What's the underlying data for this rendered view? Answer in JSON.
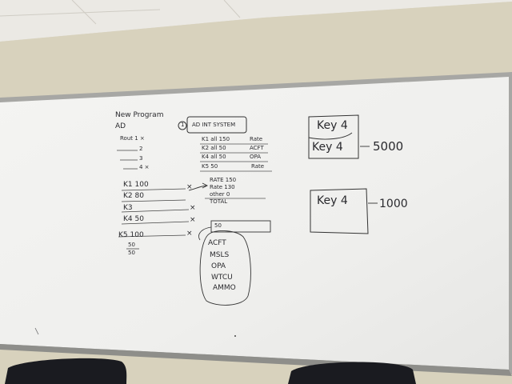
{
  "whiteboard": {
    "col1": {
      "heading": "New Program",
      "sub": "AD",
      "route_lines": [
        "Rout 1 ×",
        "2",
        "3",
        "4 ×"
      ],
      "key_lines": [
        "K1 100",
        "K2 80",
        "K3",
        "K4 50",
        "K5 100"
      ],
      "marks": [
        "×",
        "×",
        "×",
        "×"
      ],
      "fraction": [
        "50",
        "50"
      ]
    },
    "col2": {
      "box_label": "AD INT SYSTEM",
      "circle_mark": "1",
      "rows": [
        [
          "K1 all 150",
          "Rate"
        ],
        [
          "K2 all 50",
          "ACFT"
        ],
        [
          "K4 all 50",
          "OPA"
        ],
        [
          "K5 50",
          "Rate"
        ]
      ],
      "rate_lines": [
        "RATE 150",
        "Rate 130",
        "other 0",
        "TOTAL"
      ],
      "small_box_value": "50",
      "list": [
        "ACFT",
        "MSLS",
        "OPA",
        "WTCU",
        "AMMO"
      ]
    },
    "col3": {
      "box1_lines": [
        "Key 4",
        "Key 4"
      ],
      "box1_value": "5000",
      "box2_line": "Key 4",
      "box2_value": "1000"
    }
  },
  "colors": {
    "ceiling": "#ebe9e4",
    "wall": "#d8d2bd",
    "board": "#f2f2f0",
    "frame": "#a7a7a4",
    "ink": "#2a2a2e",
    "chair": "#1a1b20"
  }
}
